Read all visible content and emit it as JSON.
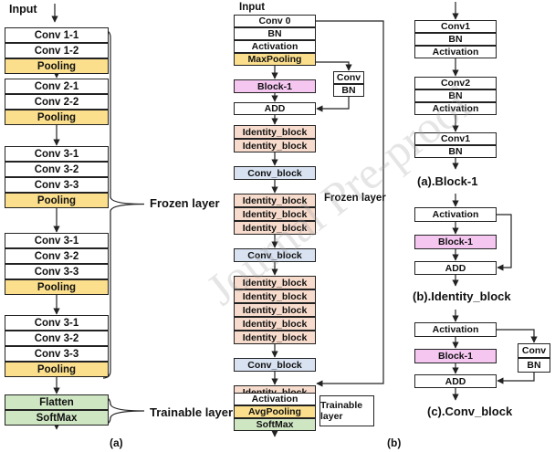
{
  "colors": {
    "pool": "#fbdf8d",
    "green": "#cfe6c3",
    "pink": "#f4c6f0",
    "peach": "#f7dccd",
    "blue": "#d8e2f1",
    "line": "#222222"
  },
  "panel_a": {
    "input_label": "Input",
    "blocks": [
      [
        "Conv 1-1",
        "Conv 1-2",
        "Pooling"
      ],
      [
        "Conv 2-1",
        "Conv 2-2",
        "Pooling"
      ],
      [
        "Conv 3-1",
        "Conv 3-2",
        "Conv 3-3",
        "Pooling"
      ],
      [
        "Conv 3-1",
        "Conv 3-2",
        "Conv 3-3",
        "Pooling"
      ],
      [
        "Conv 3-1",
        "Conv 3-2",
        "Conv 3-3",
        "Pooling"
      ]
    ],
    "head": [
      "Flatten",
      "SoftMax"
    ],
    "frozen_label": "Frozen layer",
    "trainable_label": "Trainable layer",
    "caption": "(a)"
  },
  "panel_b": {
    "input_label": "Input",
    "stem": [
      "Conv 0",
      "BN",
      "Activation",
      "MaxPooling"
    ],
    "block1": "Block-1",
    "shortcut": [
      "Conv",
      "BN"
    ],
    "add": "ADD",
    "groups": [
      {
        "type": "identity",
        "items": [
          "Identity_block",
          "Identity_block"
        ]
      },
      {
        "type": "conv",
        "items": [
          "Conv_block"
        ]
      },
      {
        "type": "identity",
        "items": [
          "Identity_block",
          "Identity_block",
          "Identity_block"
        ]
      },
      {
        "type": "conv",
        "items": [
          "Conv_block"
        ]
      },
      {
        "type": "identity",
        "items": [
          "Identity_block",
          "Identity_block",
          "Identity_block",
          "Identity_block",
          "Identity_block"
        ]
      },
      {
        "type": "conv",
        "items": [
          "Conv_block"
        ]
      },
      {
        "type": "identity",
        "items": [
          "Identity_block",
          "Identity_block"
        ]
      }
    ],
    "head": [
      "Activation",
      "AvgPooling",
      "SoftMax"
    ],
    "frozen_label": "Frozen layer",
    "trainable_label": "Trainable layer",
    "caption": "(b)"
  },
  "panel_c": {
    "block1": {
      "items": [
        "Conv1",
        "BN",
        "Activation",
        "Conv2",
        "BN",
        "Activation",
        "Conv1",
        "BN"
      ],
      "caption": "(a).Block-1"
    },
    "identity": {
      "items": [
        "Activation",
        "Block-1",
        "ADD"
      ],
      "caption": "(b).Identity_block"
    },
    "conv": {
      "items": [
        "Activation",
        "Block-1",
        "ADD"
      ],
      "shortcut": [
        "Conv",
        "BN"
      ],
      "caption": "(c).Conv_block"
    }
  }
}
